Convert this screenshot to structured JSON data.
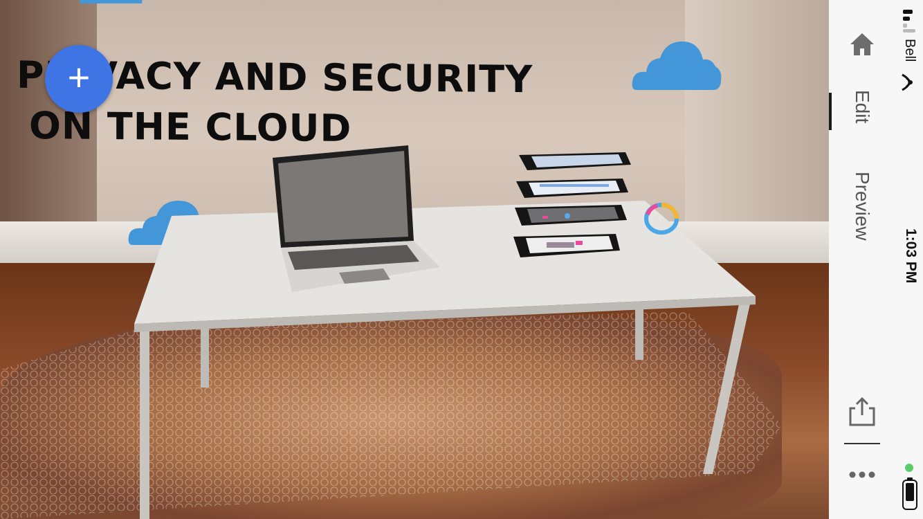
{
  "scene": {
    "title_line1": "PRIVACY AND SECURITY",
    "title_line2": "ON THE CLOUD",
    "add_button_label": "+"
  },
  "toolbar": {
    "home_icon": "home-icon",
    "edit_label": "Edit",
    "preview_label": "Preview",
    "share_icon": "share-icon",
    "more_icon": "more-icon",
    "accent": "#3f74e4",
    "cloud_color": "#4396d8"
  },
  "status_bar": {
    "carrier": "Bell",
    "time": "1:03 PM"
  }
}
